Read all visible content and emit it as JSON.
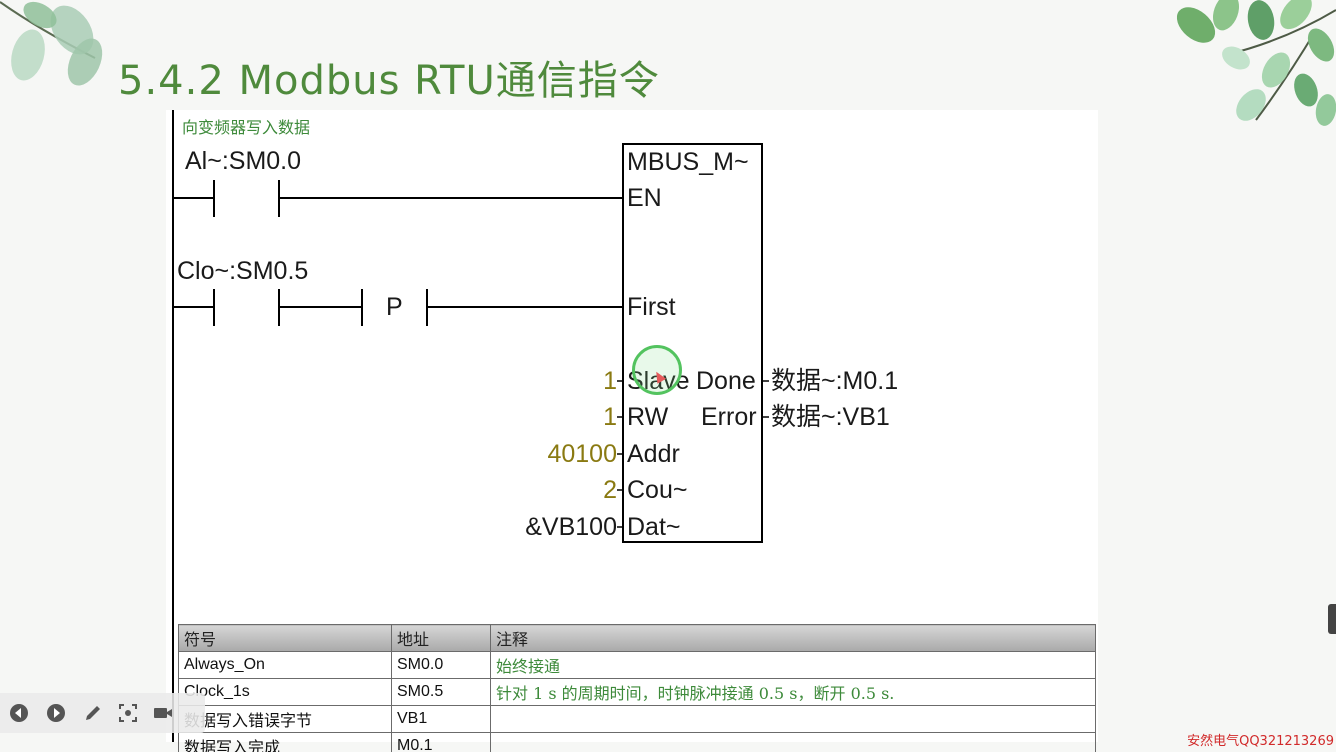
{
  "slide": {
    "title": "5.4.2 Modbus RTU通信指令",
    "network_comment": "向变频器写入数据",
    "watermark": "安然电气QQ321213269"
  },
  "ladder": {
    "contact1_label": "Al~:SM0.0",
    "contact2_label": "Clo~:SM0.5",
    "pos_edge_label": "P",
    "block": {
      "name": "MBUS_M~",
      "inputs": {
        "en": "EN",
        "first": "First",
        "slave": "Slave",
        "rw": "RW",
        "addr": "Addr",
        "count": "Cou~",
        "data": "Dat~"
      },
      "outputs": {
        "done": "Done",
        "error": "Error"
      }
    },
    "input_values": {
      "slave": "1",
      "rw": "1",
      "addr": "40100",
      "count": "2",
      "data": "&VB100"
    },
    "output_values": {
      "done": "数据~:M0.1",
      "error": "数据~:VB1"
    }
  },
  "symbol_table": {
    "headers": [
      "符号",
      "地址",
      "注释"
    ],
    "rows": [
      {
        "symbol": "Always_On",
        "address": "SM0.0",
        "comment": "始终接通"
      },
      {
        "symbol": "Clock_1s",
        "address": "SM0.5",
        "comment": "针对 1 s 的周期时间，时钟脉冲接通 0.5 s，断开 0.5 s."
      },
      {
        "symbol": "数据写入错误字节",
        "address": "VB1",
        "comment": ""
      },
      {
        "symbol": "数据写入完成",
        "address": "M0.1",
        "comment": ""
      }
    ]
  },
  "player": {
    "icons": [
      "prev-icon",
      "next-icon",
      "pen-icon",
      "screenshot-icon",
      "camera-icon"
    ]
  },
  "colors": {
    "title_green": "#4f8a3c",
    "comment_green": "#3d8a3a",
    "value_olive": "#8a7a12",
    "watermark_red": "#d12a2a"
  }
}
